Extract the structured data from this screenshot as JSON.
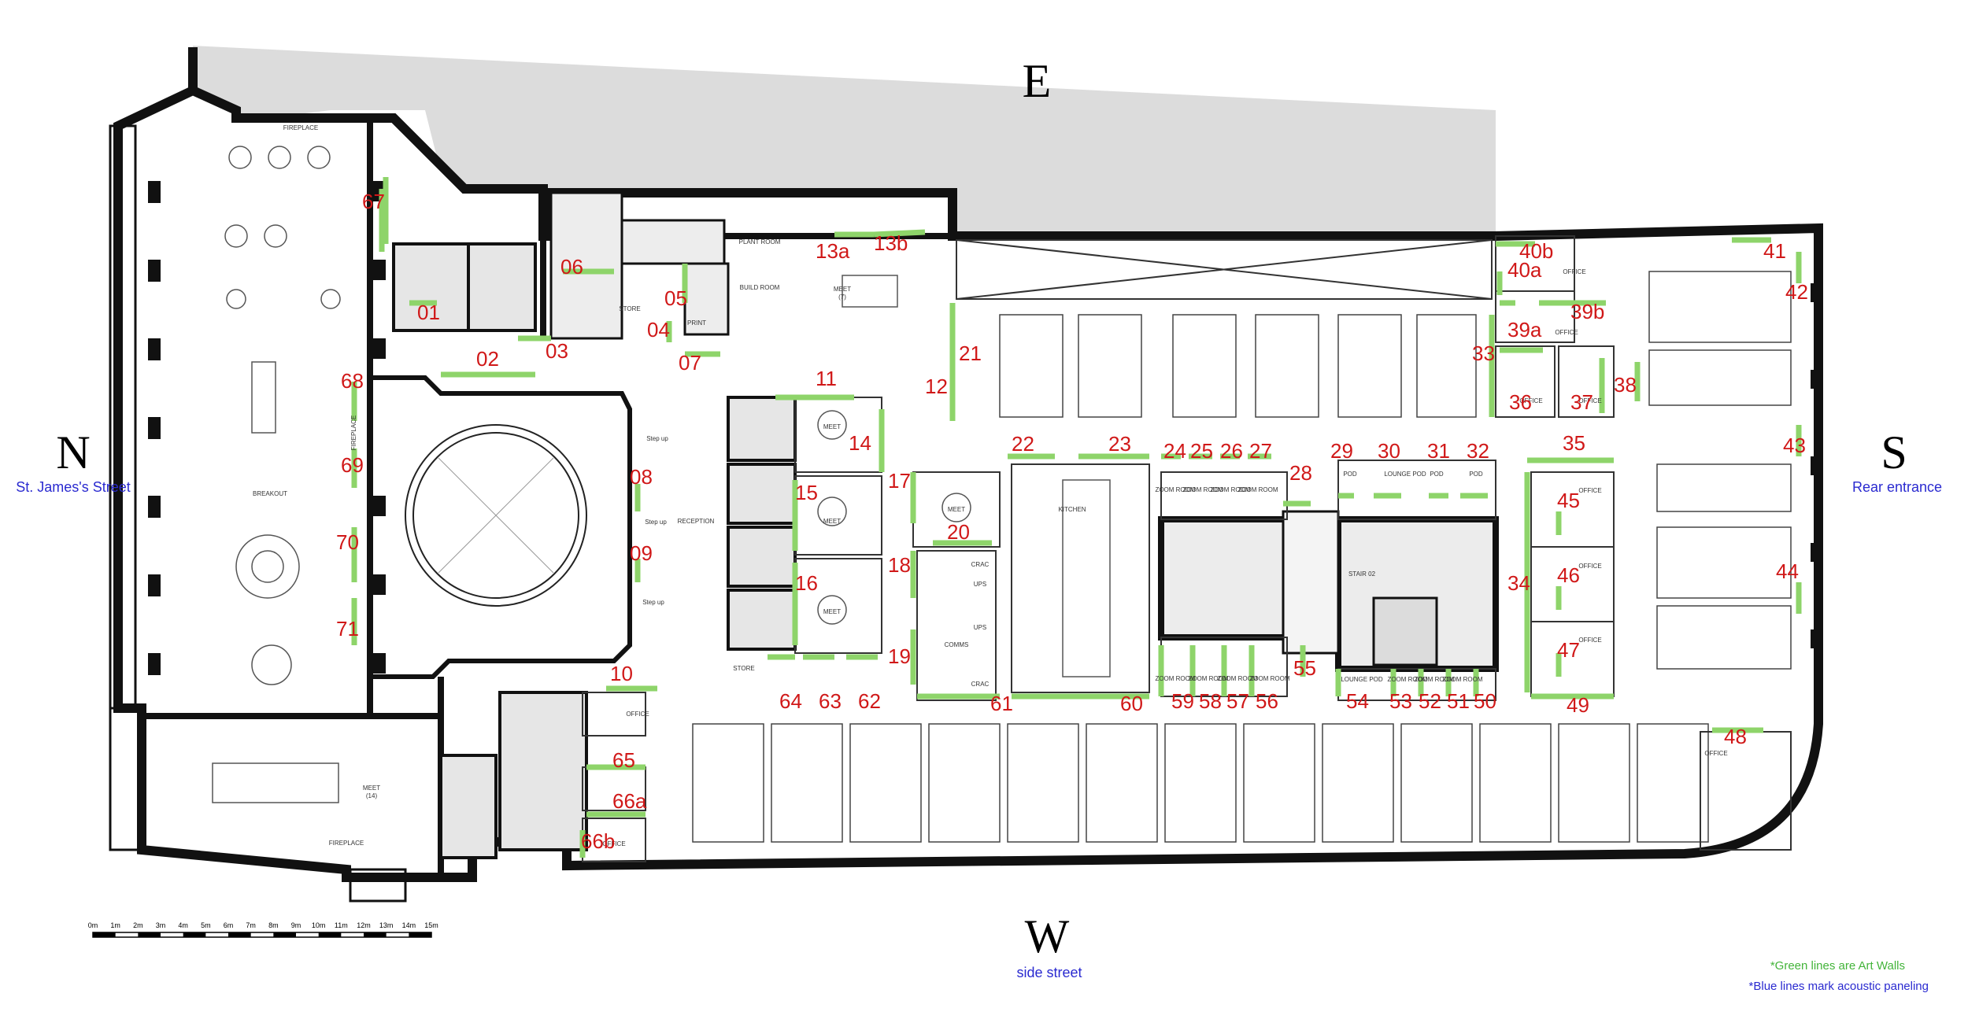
{
  "compass": {
    "north": "N",
    "east": "E",
    "south": "S",
    "west": "W"
  },
  "street_labels": {
    "north": "St. James's Street",
    "south": "Rear entrance",
    "west": "side street"
  },
  "legend": {
    "green": "*Green lines are Art Walls",
    "blue": "*Blue lines mark acoustic paneling"
  },
  "scale_bar": [
    "0m",
    "1m",
    "2m",
    "3m",
    "4m",
    "5m",
    "6m",
    "7m",
    "8m",
    "9m",
    "10m",
    "11m",
    "12m",
    "13m",
    "14m",
    "15m"
  ],
  "colors": {
    "art_wall": "#8ed46a",
    "wall": "#111111",
    "label": "#d01818",
    "neighbor": "#dcdcdc",
    "text_blue": "#2a2ad0"
  },
  "rooms": {
    "fireplace_top": "FIREPLACE",
    "fireplace_side": "FIREPLACE",
    "fireplace_bottom": "FIREPLACE",
    "breakout": "BREAKOUT",
    "meet14": "MEET",
    "meet14_cap": "(14)",
    "reception": "RECEPTION",
    "plant_room": "PLANT ROOM",
    "build_room": "BUILD ROOM",
    "store_top": "STORE",
    "print": "PRINT",
    "meet7": "MEET",
    "meet7_cap": "(7)",
    "meet5a": "MEET",
    "meet5b": "MEET",
    "meet5c": "MEET",
    "meet5d": "MEET",
    "kitchen": "KITCHEN",
    "comms": "COMMS",
    "ups1": "UPS",
    "ups2": "UPS",
    "crac1": "CRAC",
    "crac2": "CRAC",
    "stair": "STAIR 02",
    "lounge_pod_top": "LOUNGE POD",
    "lounge_pod_bottom": "LOUNGE POD",
    "pod1": "POD",
    "pod2": "POD",
    "pod3": "POD",
    "zoom1": "ZOOM ROOM",
    "zoom2": "ZOOM ROOM",
    "zoom3": "ZOOM ROOM",
    "zoom4": "ZOOM ROOM",
    "zoom5": "ZOOM ROOM",
    "zoom6": "ZOOM ROOM",
    "zoom7": "ZOOM ROOM",
    "zoom8": "ZOOM ROOM",
    "zoom9": "ZOOM ROOM",
    "zoom10": "ZOOM ROOM",
    "zoom11": "ZOOM ROOM",
    "office_40": "OFFICE",
    "office_39": "OFFICE",
    "office_36": "OFFICE",
    "office_37": "OFFICE",
    "office_45": "OFFICE",
    "office_46": "OFFICE",
    "office_47": "OFFICE",
    "office_48": "OFFICE",
    "office_65": "OFFICE",
    "office_66": "OFFICE",
    "store_bottom": "STORE",
    "step1": "Step up",
    "step2": "Step up",
    "step3": "Step up"
  },
  "art_walls": [
    "01",
    "02",
    "03",
    "04",
    "05",
    "06",
    "07",
    "08",
    "09",
    "10",
    "11",
    "12",
    "13a",
    "13b",
    "14",
    "15",
    "16",
    "17",
    "18",
    "19",
    "20",
    "21",
    "22",
    "23",
    "24",
    "25",
    "26",
    "27",
    "28",
    "29",
    "30",
    "31",
    "32",
    "33",
    "34",
    "35",
    "36",
    "37",
    "38",
    "39a",
    "39b",
    "40a",
    "40b",
    "41",
    "42",
    "43",
    "44",
    "45",
    "46",
    "47",
    "48",
    "49",
    "50",
    "51",
    "52",
    "53",
    "54",
    "55",
    "56",
    "57",
    "58",
    "59",
    "60",
    "61",
    "62",
    "63",
    "64",
    "65",
    "66a",
    "66b",
    "67",
    "68",
    "69",
    "70",
    "71"
  ]
}
